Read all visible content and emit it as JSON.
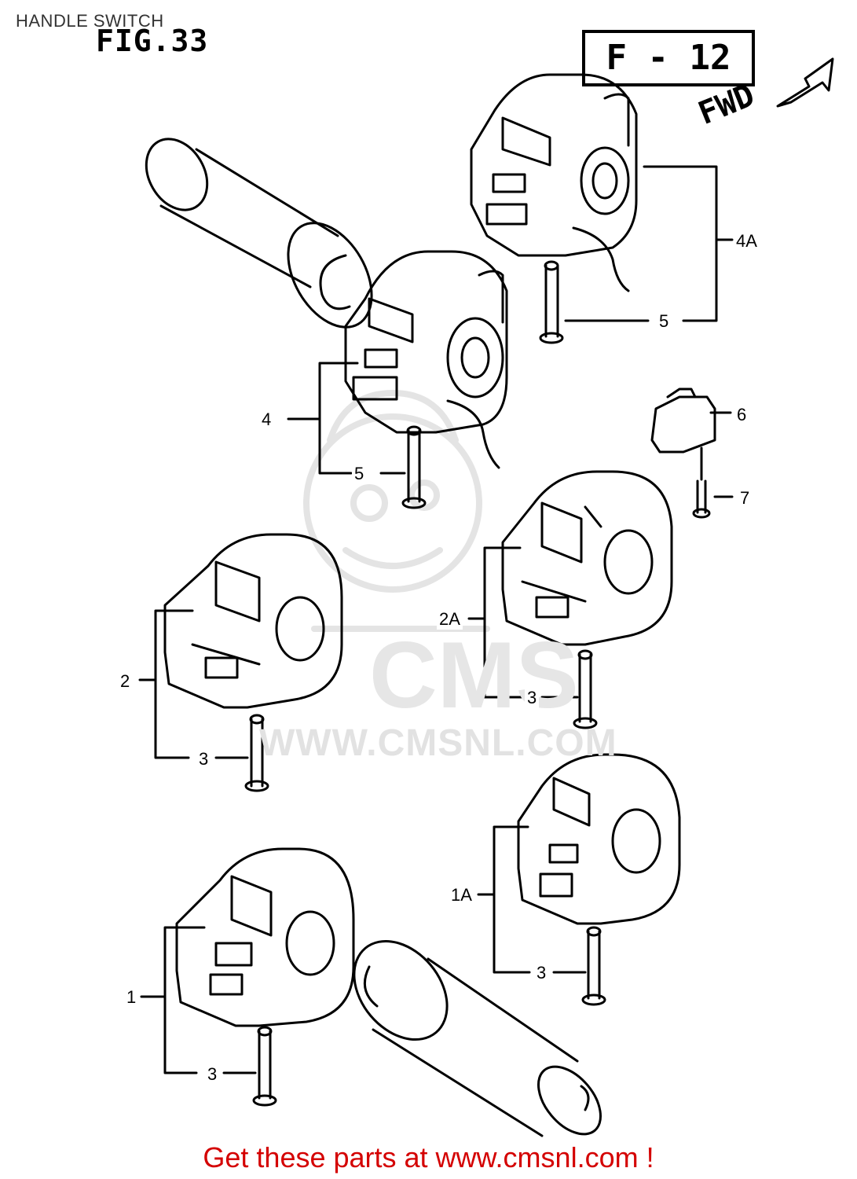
{
  "header": {
    "page_title": "HANDLE SWITCH",
    "fig_label": "FIG.33",
    "fig_code": "F - 12",
    "direction_label": "FWD"
  },
  "watermark": {
    "brand": "CMS",
    "url": "WWW.CMSNL.COM"
  },
  "callouts": [
    {
      "id": "4A",
      "label": "4A"
    },
    {
      "id": "5a",
      "label": "5"
    },
    {
      "id": "4",
      "label": "4"
    },
    {
      "id": "5b",
      "label": "5"
    },
    {
      "id": "6",
      "label": "6"
    },
    {
      "id": "7",
      "label": "7"
    },
    {
      "id": "2A",
      "label": "2A"
    },
    {
      "id": "3a",
      "label": "3"
    },
    {
      "id": "2",
      "label": "2"
    },
    {
      "id": "3b",
      "label": "3"
    },
    {
      "id": "1A",
      "label": "1A"
    },
    {
      "id": "3c",
      "label": "3"
    },
    {
      "id": "1",
      "label": "1"
    },
    {
      "id": "3d",
      "label": "3"
    }
  ],
  "footer": {
    "cta": "Get these parts at www.cmsnl.com !"
  },
  "colors": {
    "line": "#000000",
    "cta": "#d40000",
    "watermark": "#e4e4e4"
  }
}
